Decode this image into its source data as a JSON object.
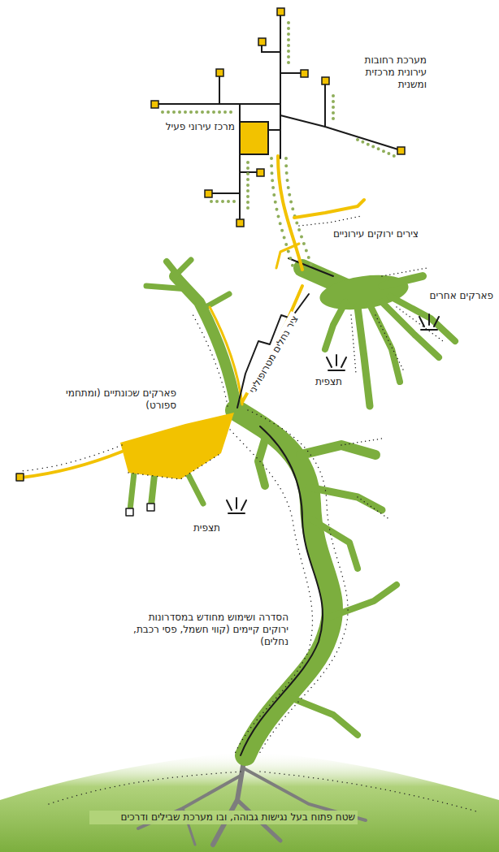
{
  "diagram": {
    "labels": [
      "מערכת רחובות עירונית מרכזית ומשנית",
      "מרכז עירוני פעיל",
      "צירים ירוקים עירוניים",
      "פארקים אחרים",
      "ציר נחלים מטרופוליני",
      "תצפית",
      "פארקים שכונתיים (ומתחמי ספורט)",
      "תצפית",
      "הסדרה ושימוש מחודש במסדרונות ירוקים קיימים (קווי חשמל, פסי רכבת, נחלים)",
      "שטח פתוח בעל נגישות גבוהה, ובו מערכת שבילים ודרכים"
    ]
  }
}
